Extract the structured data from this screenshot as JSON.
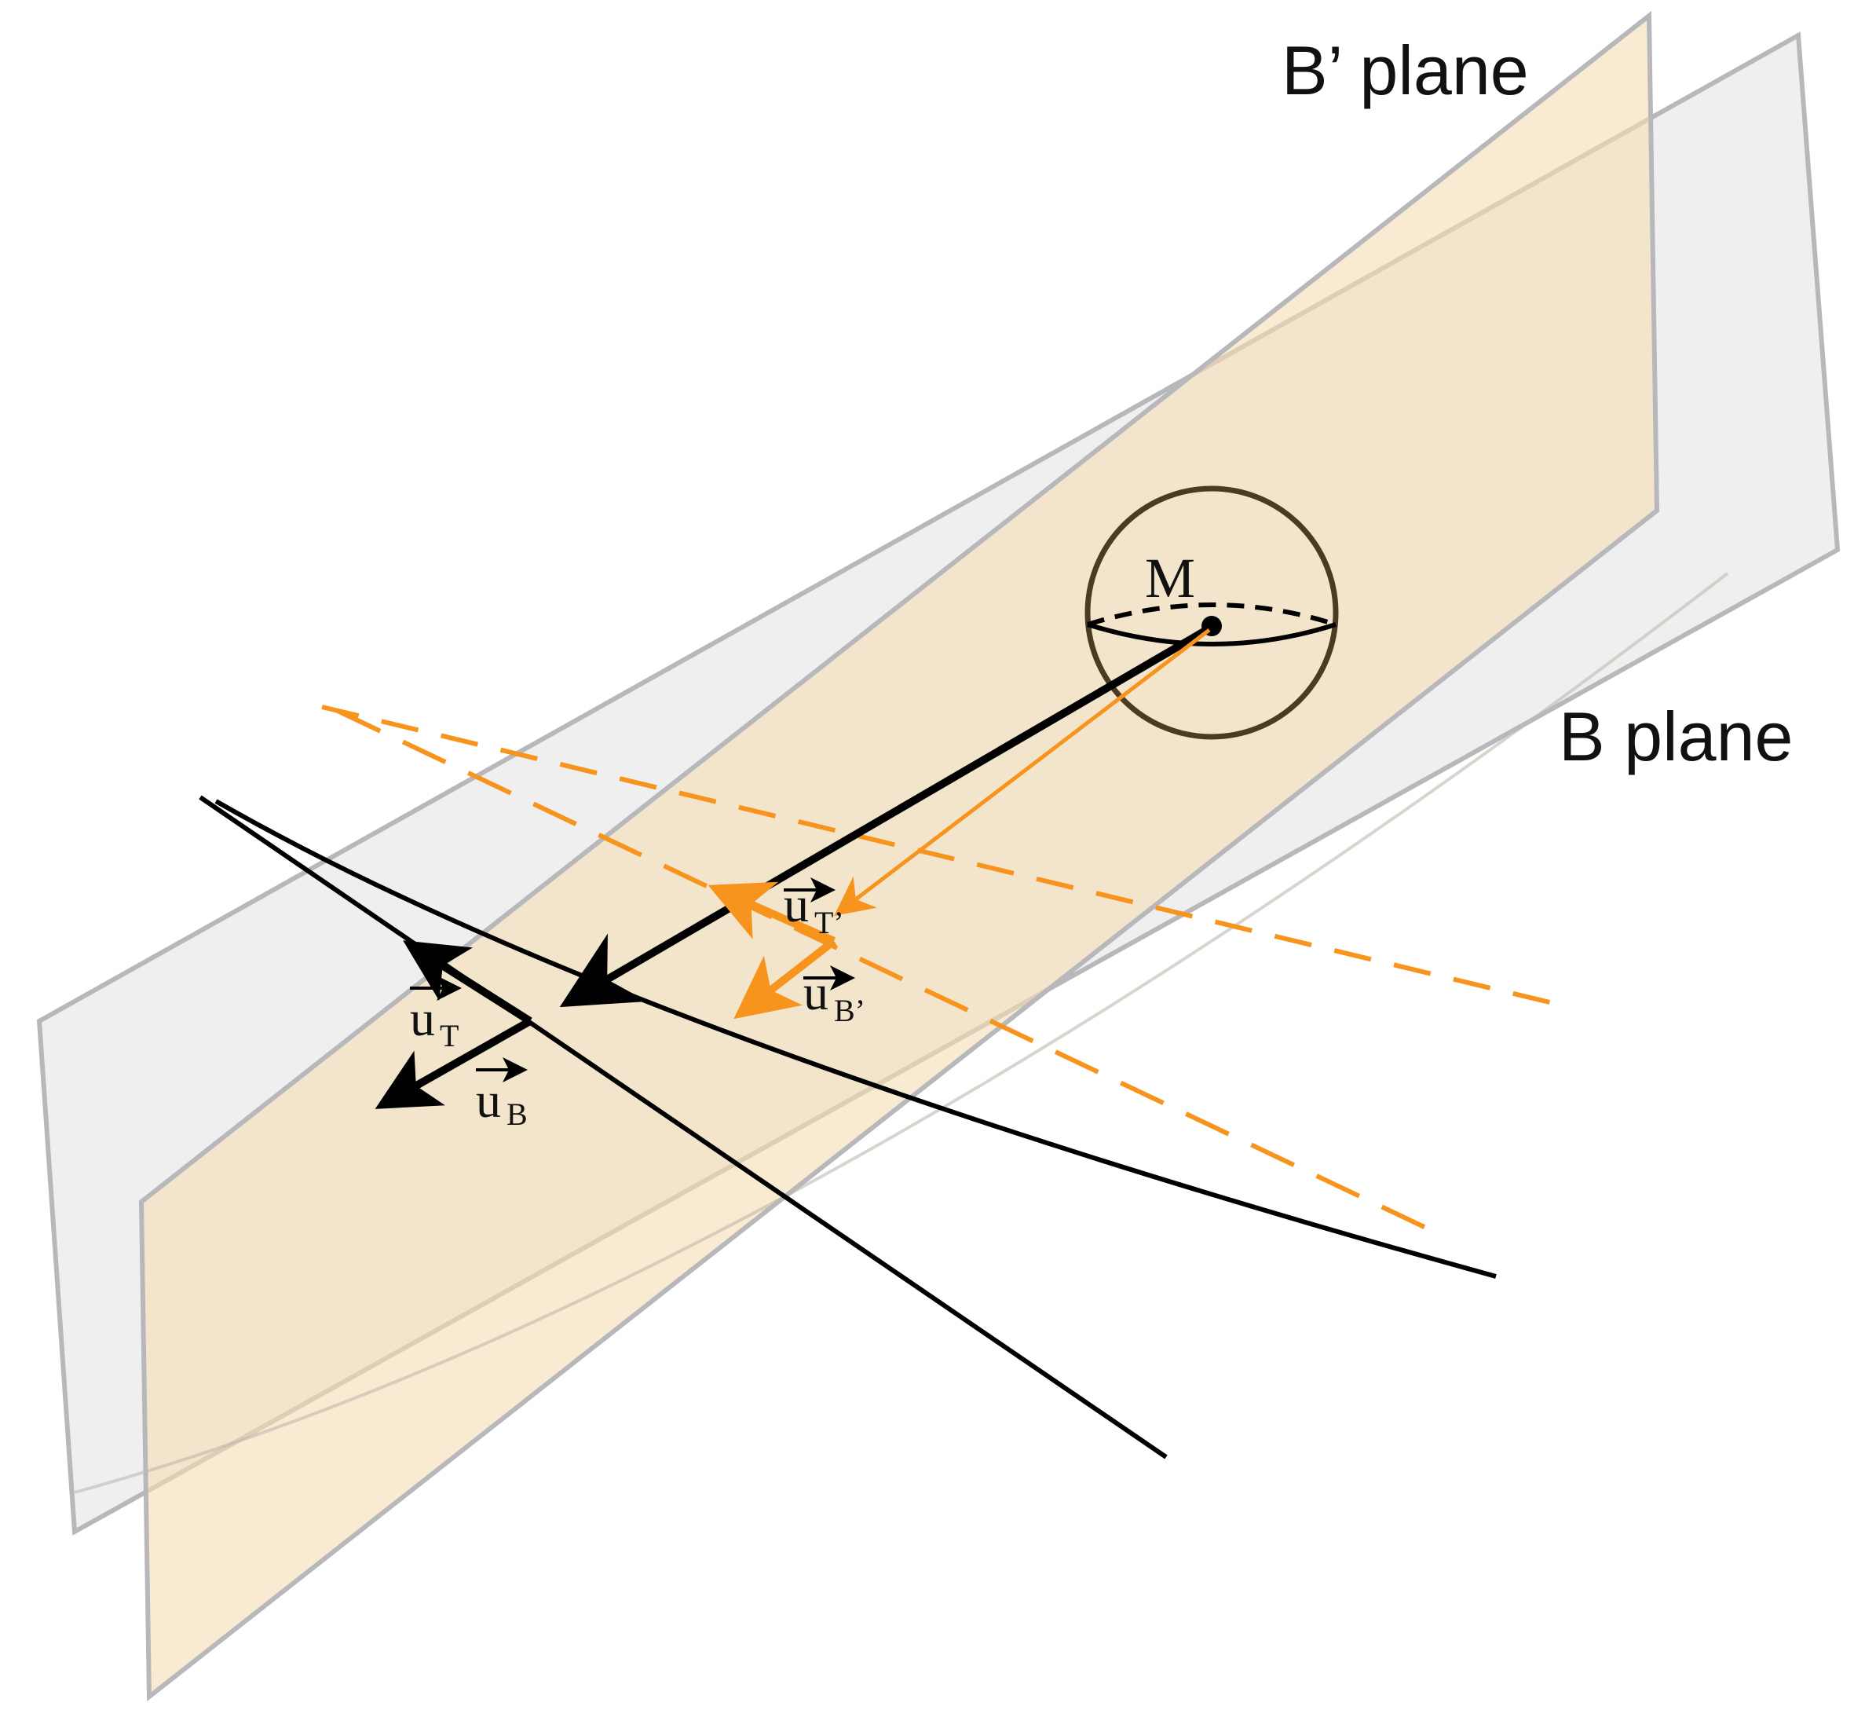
{
  "labels": {
    "b_prime_plane": "B’ plane",
    "b_plane": "B plane",
    "body": "M",
    "u_t": {
      "base": "u",
      "sub": "T"
    },
    "u_b": {
      "base": "u",
      "sub": "B"
    },
    "u_t_prime": {
      "base": "u",
      "sub": "T’"
    },
    "u_b_prime": {
      "base": "u",
      "sub": "B’"
    }
  },
  "colors": {
    "b_plane_fill": "#e6e6e8",
    "b_prime_plane_fill": "#f5deb3",
    "plane_edge": "#b8b8bc",
    "black_vectors": "#000000",
    "orange_vectors": "#f7941d",
    "sphere_stroke": "#4a3b22"
  }
}
